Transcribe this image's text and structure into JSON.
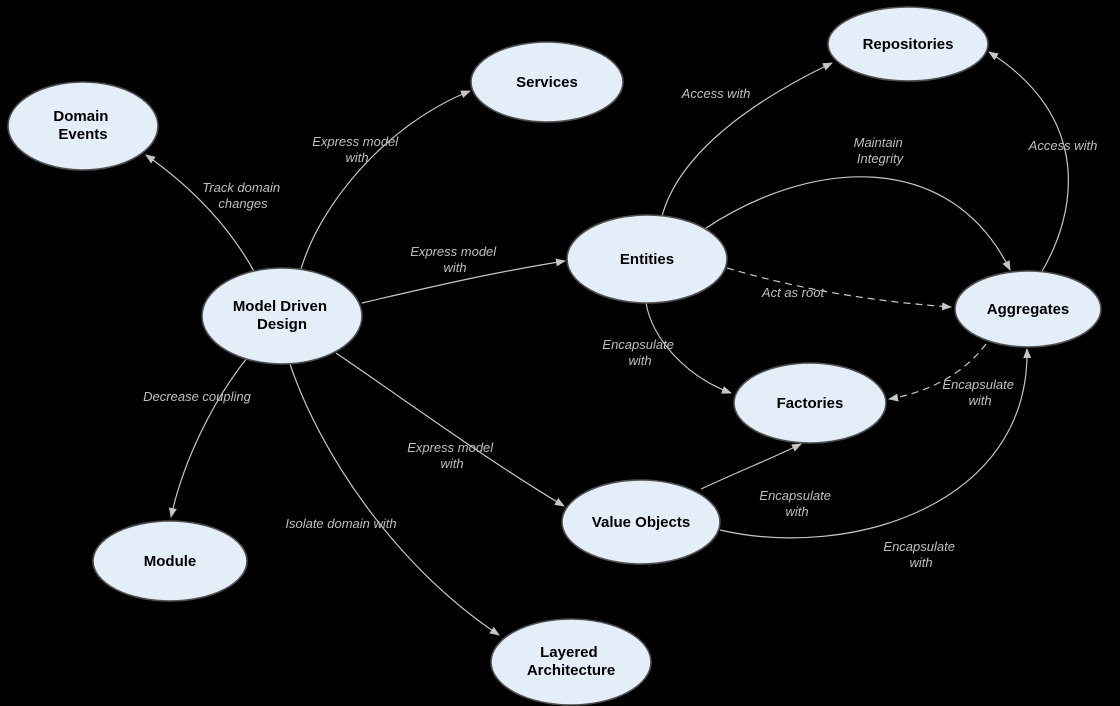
{
  "colors": {
    "background": "#000000",
    "node_fill": "#e4eef9",
    "node_stroke": "#4f4f4f",
    "node_text": "#000000",
    "edge_line": "#c6c6c6",
    "edge_label": "#bfbfbf"
  },
  "nodes": {
    "domain_events": {
      "label": "Domain Events",
      "lines": [
        "Domain",
        "Events"
      ]
    },
    "services": {
      "label": "Services",
      "lines": [
        "Services"
      ]
    },
    "repositories": {
      "label": "Repositories",
      "lines": [
        "Repositories"
      ]
    },
    "model_driven_design": {
      "label": "Model Driven Design",
      "lines": [
        "Model Driven",
        "Design"
      ]
    },
    "entities": {
      "label": "Entities",
      "lines": [
        "Entities"
      ]
    },
    "aggregates": {
      "label": "Aggregates",
      "lines": [
        "Aggregates"
      ]
    },
    "factories": {
      "label": "Factories",
      "lines": [
        "Factories"
      ]
    },
    "module": {
      "label": "Module",
      "lines": [
        "Module"
      ]
    },
    "value_objects": {
      "label": "Value Objects",
      "lines": [
        "Value Objects"
      ]
    },
    "layered_architecture": {
      "label": "Layered Architecture",
      "lines": [
        "Layered",
        "Architecture"
      ]
    }
  },
  "edges": {
    "track_domain_changes": {
      "from": "Model Driven Design",
      "to": "Domain Events",
      "label": "Track domain changes",
      "lines": [
        "Track domain",
        "changes"
      ],
      "style": "solid"
    },
    "express_model_with_services": {
      "from": "Model Driven Design",
      "to": "Services",
      "label": "Express model with",
      "lines": [
        "Express model",
        "with"
      ],
      "style": "solid"
    },
    "express_model_with_entities": {
      "from": "Model Driven Design",
      "to": "Entities",
      "label": "Express model with",
      "lines": [
        "Express model",
        "with"
      ],
      "style": "solid"
    },
    "express_model_with_value_objects": {
      "from": "Model Driven Design",
      "to": "Value Objects",
      "label": "Express model with",
      "lines": [
        "Express model",
        "with"
      ],
      "style": "solid"
    },
    "decrease_coupling": {
      "from": "Model Driven Design",
      "to": "Module",
      "label": "Decrease coupling",
      "lines": [
        "Decrease coupling"
      ],
      "style": "solid"
    },
    "isolate_domain_with": {
      "from": "Model Driven Design",
      "to": "Layered Architecture",
      "label": "Isolate domain with",
      "lines": [
        "Isolate domain with"
      ],
      "style": "solid"
    },
    "access_with_entities_repositories": {
      "from": "Entities",
      "to": "Repositories",
      "label": "Access with",
      "lines": [
        "Access with"
      ],
      "style": "solid"
    },
    "maintain_integrity": {
      "from": "Entities",
      "to": "Aggregates",
      "label": "Maintain Integrity",
      "lines": [
        "Maintain",
        "Integrity"
      ],
      "style": "solid"
    },
    "act_as_root": {
      "from": "Entities",
      "to": "Aggregates",
      "label": "Act as root",
      "lines": [
        "Act as root"
      ],
      "style": "dashed"
    },
    "encapsulate_with_entities_factories": {
      "from": "Entities",
      "to": "Factories",
      "label": "Encapsulate with",
      "lines": [
        "Encapsulate",
        "with"
      ],
      "style": "solid"
    },
    "access_with_aggregates_repositories": {
      "from": "Aggregates",
      "to": "Repositories",
      "label": "Access with",
      "lines": [
        "Access with"
      ],
      "style": "solid"
    },
    "encapsulate_with_aggregates_factories": {
      "from": "Aggregates",
      "to": "Factories",
      "label": "Encapsulate with",
      "lines": [
        "Encapsulate",
        "with"
      ],
      "style": "dashed"
    },
    "encapsulate_with_value_objects_factories": {
      "from": "Value Objects",
      "to": "Factories",
      "label": "Encapsulate with",
      "lines": [
        "Encapsulate",
        "with"
      ],
      "style": "solid"
    },
    "encapsulate_with_value_objects_aggregates": {
      "from": "Value Objects",
      "to": "Aggregates",
      "label": "Encapsulate with",
      "lines": [
        "Encapsulate",
        "with"
      ],
      "style": "solid"
    }
  }
}
